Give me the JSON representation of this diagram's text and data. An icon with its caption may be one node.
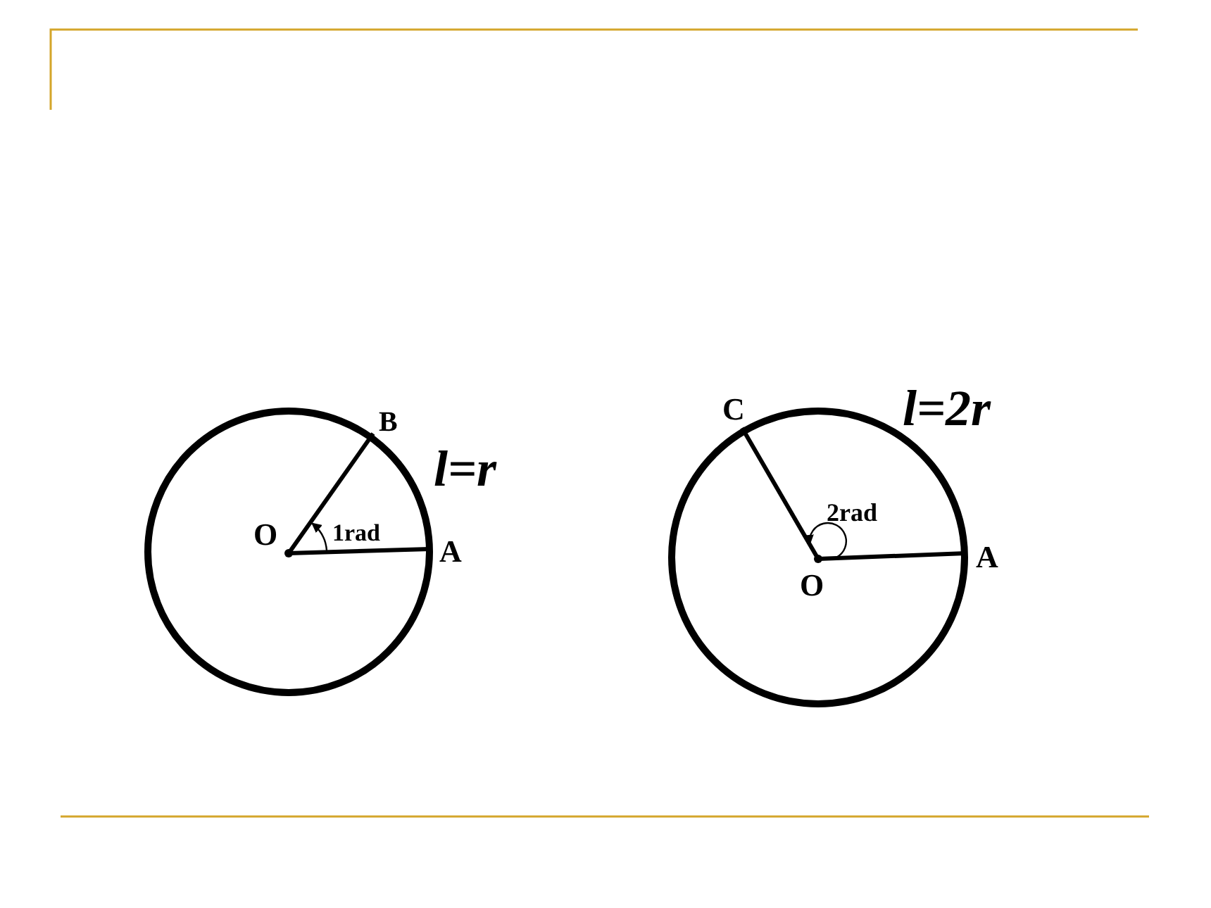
{
  "diagram": {
    "labels": [
      "B",
      "l=r",
      "O",
      "1rad",
      "A",
      "C",
      "l=2r",
      "2rad",
      "A",
      "O"
    ]
  }
}
